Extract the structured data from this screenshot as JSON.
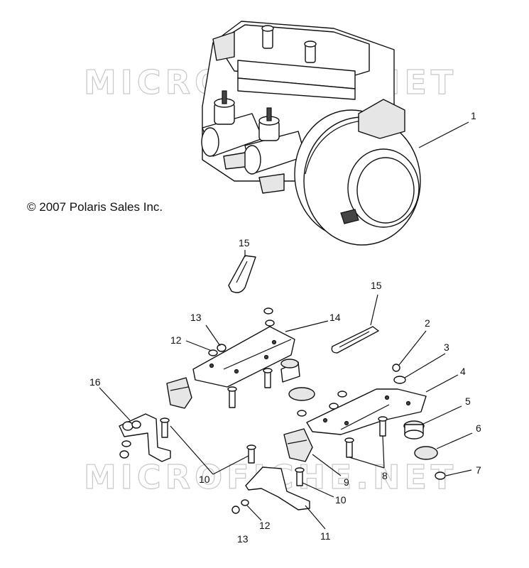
{
  "watermark": "MICROFICHE.NET",
  "copyright": "© 2007 Polaris Sales Inc.",
  "callouts": {
    "c1": "1",
    "c2": "2",
    "c3": "3",
    "c4": "4",
    "c5": "5",
    "c6": "6",
    "c7": "7",
    "c8": "8",
    "c9": "9",
    "c10a": "10",
    "c10b": "10",
    "c11": "11",
    "c12a": "12",
    "c12b": "12",
    "c13a": "13",
    "c13b": "13",
    "c14": "14",
    "c15a": "15",
    "c15b": "15",
    "c16": "16"
  }
}
